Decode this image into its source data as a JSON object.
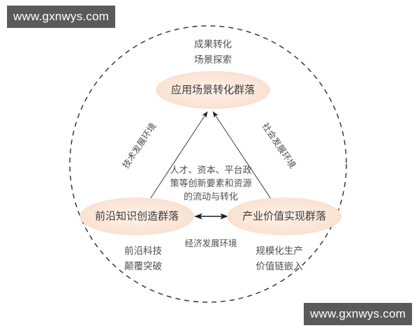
{
  "watermarks": {
    "top": "www.gxnwys.com",
    "bottom": "www.gxnwys.com"
  },
  "diagram": {
    "outer_boundary": "dashed-circle",
    "nodes": [
      {
        "id": "top",
        "label": "应用场景转化群落"
      },
      {
        "id": "left",
        "label": "前沿知识创造群落"
      },
      {
        "id": "right",
        "label": "产业价值实现群落"
      }
    ],
    "outer_annotations": [
      {
        "id": "top",
        "line1": "成果转化",
        "line2": "场景探索"
      },
      {
        "id": "left",
        "line1": "前沿科技",
        "line2": "颠覆突破"
      },
      {
        "id": "right",
        "line1": "规模化生产",
        "line2": "价值链嵌入"
      }
    ],
    "center_note": {
      "line1": "人才、资本、平台政",
      "line2": "策等创新要素和资源",
      "line3": "的流动与转化"
    },
    "edge_labels": [
      {
        "id": "left-edge",
        "text": "技术发展环境"
      },
      {
        "id": "right-edge",
        "text": "社会发展环境"
      },
      {
        "id": "bottom-edge",
        "text": "经济发展环境"
      }
    ],
    "colors": {
      "node_fill": "#fae3d4",
      "node_fill_light": "#fdf0e6",
      "arrow": "#1c1c1c",
      "boundary": "#2b2b2b",
      "text": "#4a4a4a",
      "watermark_bg": "#5a5a5a",
      "watermark_text": "#ffffff",
      "background": "#ffffff"
    }
  }
}
